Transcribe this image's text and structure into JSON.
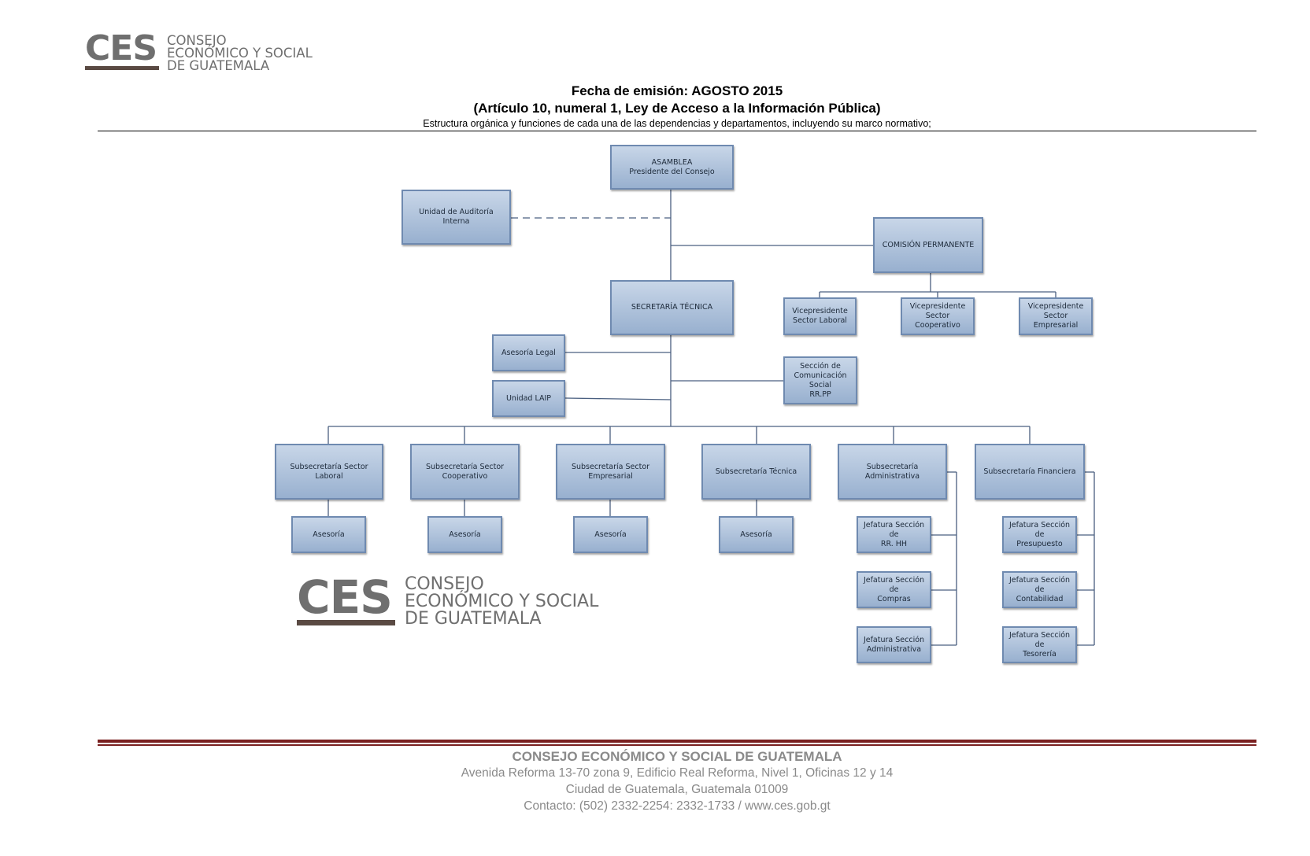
{
  "logo": {
    "mark": "CES",
    "line1": "CONSEJO",
    "line2": "ECONÓMICO Y SOCIAL",
    "line3": "DE GUATEMALA",
    "color": "#6f6f6f",
    "bar_color": "#5a4a43"
  },
  "header": {
    "emission": "Fecha de emisión: AGOSTO 2015",
    "article": "(Artículo 10, numeral 1, Ley de Acceso a la Información Pública)",
    "description": "Estructura orgánica y funciones de cada una de las dependencias y departamentos, incluyendo su marco normativo;"
  },
  "org": {
    "asamblea": "ASAMBLEA",
    "presidente": "Presidente del Consejo",
    "auditoria": "Unidad de Auditoría Interna",
    "comision": "COMISIÓN PERMANENTE",
    "secretaria": "SECRETARÍA TÉCNICA",
    "vp_laboral": [
      "Vicepresidente",
      "Sector Laboral"
    ],
    "vp_cooperativo": [
      "Vicepresidente",
      "Sector Cooperativo"
    ],
    "vp_empresarial": [
      "Vicepresidente",
      "Sector Empresarial"
    ],
    "asesoria_legal": "Asesoría Legal",
    "unidad_laip": "Unidad LAIP",
    "comunicacion": [
      "Sección de",
      "Comunicación Social",
      "RR.PP"
    ],
    "sub_laboral": "Subsecretaría Sector Laboral",
    "sub_cooperativo": [
      "Subsecretaría Sector",
      "Cooperativo"
    ],
    "sub_empresarial": [
      "Subsecretaría Sector",
      "Empresarial"
    ],
    "sub_tecnica": "Subsecretaría Técnica",
    "sub_administrativa": "Subsecretaría Administrativa",
    "sub_financiera": "Subsecretaría Financiera",
    "asesoria": "Asesoría",
    "jef_rrhh": [
      "Jefatura Sección de",
      "RR. HH"
    ],
    "jef_compras": [
      "Jefatura Sección de",
      "Compras"
    ],
    "jef_administrativa": [
      "Jefatura Sección",
      "Administrativa"
    ],
    "jef_presupuesto": [
      "Jefatura Sección de",
      "Presupuesto"
    ],
    "jef_contabilidad": [
      "Jefatura Sección de",
      "Contabilidad"
    ],
    "jef_tesoreria": [
      "Jefatura Sección de",
      "Tesorería"
    ],
    "box_color": "#a9bdd8",
    "line_color": "#4a5f80"
  },
  "footer": {
    "org_name": "CONSEJO ECONÓMICO Y SOCIAL DE GUATEMALA",
    "address": "Avenida Reforma 13-70 zona 9, Edificio Real Reforma, Nivel 1, Oficinas 12 y 14",
    "city": "Ciudad de Guatemala, Guatemala 01009",
    "contact": "Contacto: (502) 2332-2254: 2332-1733 /  www.ces.gob.gt",
    "rule_color": "#7a2020"
  }
}
